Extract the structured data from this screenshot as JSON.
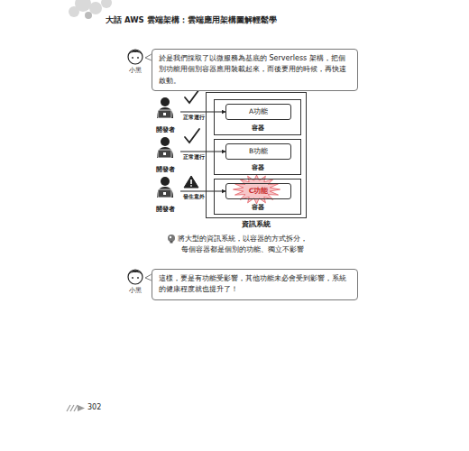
{
  "diagram": {
    "title": "大話 AWS 雲端架構：雲端應用架構圖解輕鬆學",
    "caption": "將大型的資訊系統，以容器的方式拆分， 每個容器都是個別的功能、獨立不影響",
    "nodes": [
      {
        "text": [
          "於是我們採取了以微服務為基底的 Serverless 架構，把個別功能用個別容器應用裝載起來，而後要用的時候，再快速啟動。"
        ]
      },
      {
        "text": [
          "資訊系統"
        ]
      },
      {
        "text": [
          "容器"
        ],
        "in": 1
      },
      {
        "text": [
          "A功能"
        ],
        "in": 2
      },
      {
        "text": [
          "容器"
        ],
        "in": 1
      },
      {
        "text": [
          "B功能"
        ],
        "in": 4
      },
      {
        "text": [
          "容器"
        ],
        "in": 1
      },
      {
        "text": [
          "C功能"
        ],
        "in": 6
      },
      {
        "text": [
          "開發者"
        ]
      },
      {
        "text": [
          "開發者"
        ]
      },
      {
        "text": [
          "開發者"
        ]
      },
      {
        "text": [
          "這樣，要是有功能受影響，其他功能未必會受到影響，系統的健康程度就也提升了！"
        ]
      }
    ],
    "edges": [
      {
        "from": 8,
        "to": 3,
        "arrow": "to",
        "label": "正常運行"
      },
      {
        "from": 9,
        "to": 5,
        "arrow": "to",
        "label": "正常運行"
      },
      {
        "from": 10,
        "to": 7,
        "arrow": "to",
        "label": "發生意外"
      }
    ],
    "labels": [
      "小黑",
      "小黑",
      "302"
    ]
  }
}
